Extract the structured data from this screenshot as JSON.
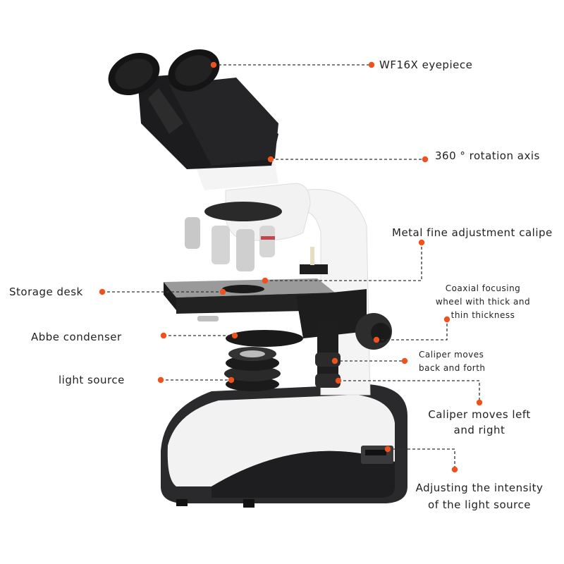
{
  "diagram": {
    "subject": "binocular-microscope",
    "accent_color": "#f0521e",
    "leader_color": "#333333",
    "labels": [
      {
        "id": "eyepiece",
        "text": "WF16X eyepiece"
      },
      {
        "id": "rotation",
        "text": "360 ° rotation axis"
      },
      {
        "id": "fine",
        "text": "Metal fine adjustment calipe"
      },
      {
        "id": "coaxial_1",
        "text": "Coaxial focusing"
      },
      {
        "id": "coaxial_2",
        "text": "wheel with thick and"
      },
      {
        "id": "coaxial_3",
        "text": "thin thickness"
      },
      {
        "id": "storage",
        "text": "Storage desk"
      },
      {
        "id": "abbe",
        "text": "Abbe condenser"
      },
      {
        "id": "light",
        "text": "light source"
      },
      {
        "id": "backforth_1",
        "text": "Caliper moves"
      },
      {
        "id": "backforth_2",
        "text": "back and forth"
      },
      {
        "id": "leftright_1",
        "text": "Caliper moves left"
      },
      {
        "id": "leftright_2",
        "text": "and right"
      },
      {
        "id": "intensity_1",
        "text": "Adjusting the intensity"
      },
      {
        "id": "intensity_2",
        "text": "of the light source"
      }
    ]
  }
}
